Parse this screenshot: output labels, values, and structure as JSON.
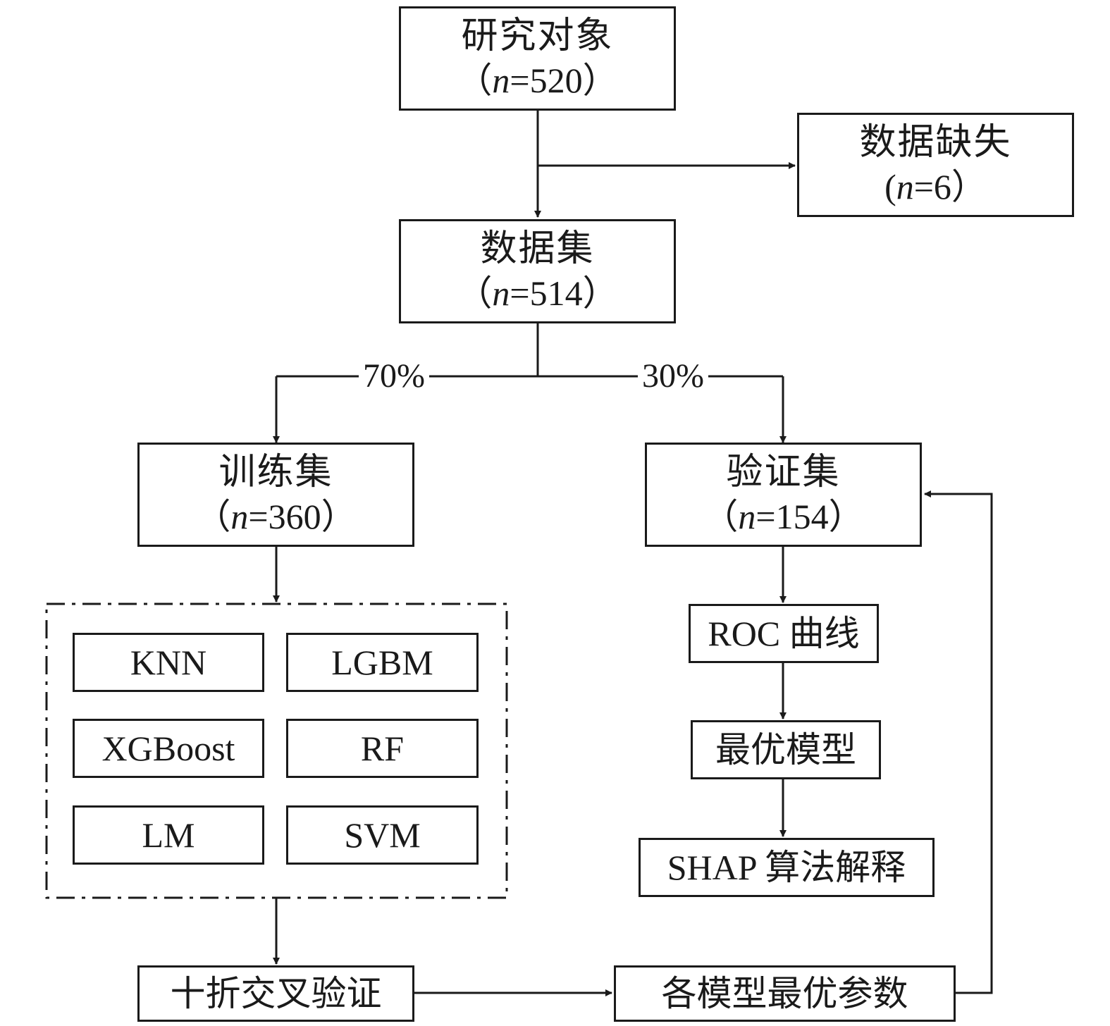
{
  "nodes": {
    "study": {
      "title": "研究对象",
      "n_prefix": "（",
      "n_var": "n",
      "n_eq": "=520",
      "n_suffix": "）"
    },
    "missing": {
      "title": "数据缺失",
      "n_prefix": "(",
      "n_var": "n",
      "n_eq": "=6",
      "n_suffix": "）"
    },
    "dataset": {
      "title": "数据集",
      "n_prefix": "（",
      "n_var": "n",
      "n_eq": "=514",
      "n_suffix": "）"
    },
    "train": {
      "title": "训练集",
      "n_prefix": "（",
      "n_var": "n",
      "n_eq": "=360",
      "n_suffix": "）"
    },
    "valid": {
      "title": "验证集",
      "n_prefix": "（",
      "n_var": "n",
      "n_eq": "=154",
      "n_suffix": "）"
    },
    "roc": {
      "label": "ROC 曲线"
    },
    "best_model": {
      "label": "最优模型"
    },
    "shap": {
      "label": "SHAP 算法解释"
    },
    "cv": {
      "label": "十折交叉验证"
    },
    "best_params": {
      "label": "各模型最优参数"
    }
  },
  "models": [
    "KNN",
    "LGBM",
    "XGBoost",
    "RF",
    "LM",
    "SVM"
  ],
  "split": {
    "train_pct": "70%",
    "valid_pct": "30%"
  },
  "colors": {
    "line": "#1a1a1a",
    "background": "#ffffff"
  }
}
